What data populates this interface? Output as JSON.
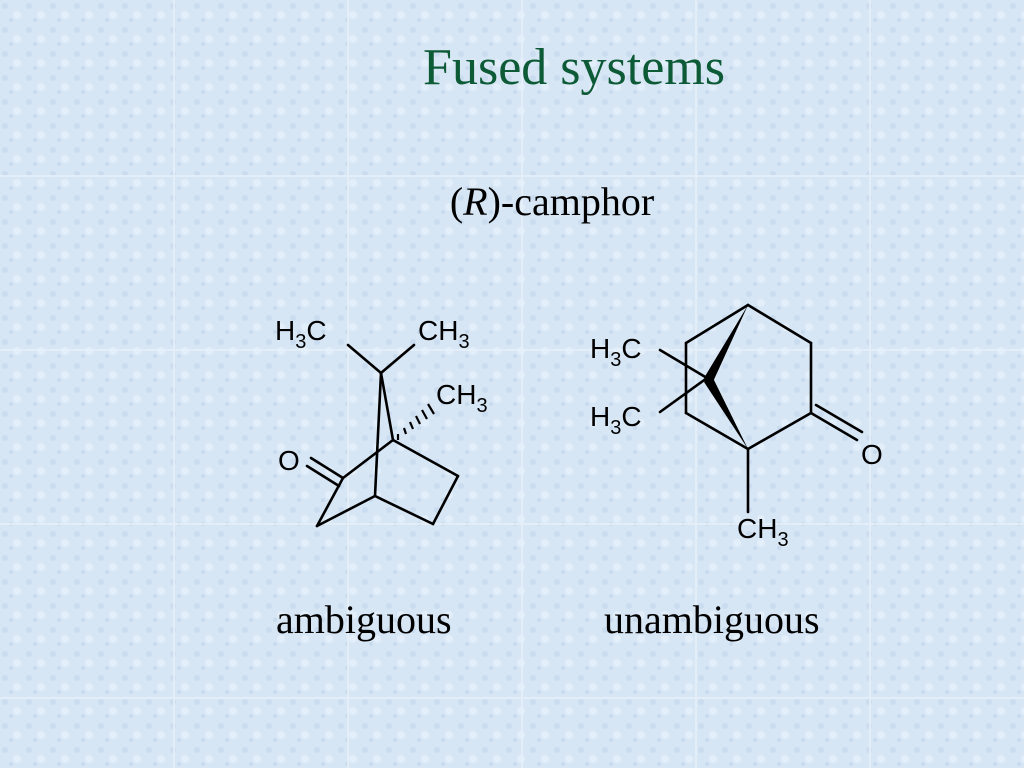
{
  "slide": {
    "title": "Fused systems",
    "subtitle_prefix": "(",
    "subtitle_italic": "R",
    "subtitle_suffix": ")-camphor",
    "caption_left": "ambiguous",
    "caption_right": "unambiguous"
  },
  "molecule_left": {
    "labels": {
      "h3c_top_left": "H",
      "h3c_top_left_sub": "3",
      "h3c_top_left_c": "C",
      "ch3_top_right": "CH",
      "ch3_top_right_sub": "3",
      "ch3_bridgehead": "CH",
      "ch3_bridgehead_sub": "3",
      "oxygen": "O"
    }
  },
  "molecule_right": {
    "labels": {
      "h3c_upper": "H",
      "h3c_upper_sub": "3",
      "h3c_upper_c": "C",
      "h3c_lower": "H",
      "h3c_lower_sub": "3",
      "h3c_lower_c": "C",
      "oxygen": "O",
      "ch3_bottom": "CH",
      "ch3_bottom_sub": "3"
    }
  },
  "colors": {
    "background": "#d6e6f5",
    "title": "#0d5a36",
    "text": "#000000"
  }
}
